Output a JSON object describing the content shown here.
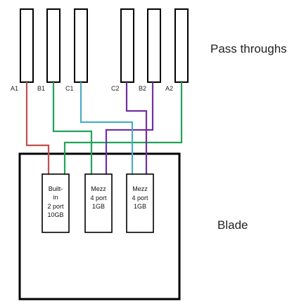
{
  "labels": {
    "pass_throughs": "Pass throughs",
    "blade": "Blade"
  },
  "ports": {
    "a1": "A1",
    "b1": "B1",
    "c1": "C1",
    "c2": "C2",
    "b2": "B2",
    "a2": "A2"
  },
  "cards": {
    "builtin": {
      "line1": "Built-",
      "line2": "in",
      "line3": "2 port",
      "line4": "10GB"
    },
    "mezz1": {
      "line1": "Mezz",
      "line2": "4 port",
      "line3": "1GB"
    },
    "mezz2": {
      "line1": "Mezz",
      "line2": "4 port",
      "line3": "1GB"
    }
  },
  "colors": {
    "a_fabric": "#c0504d",
    "b_fabric": "#22a35a",
    "c_fabric": "#4bacc6",
    "c2_fabric": "#7030a0"
  }
}
